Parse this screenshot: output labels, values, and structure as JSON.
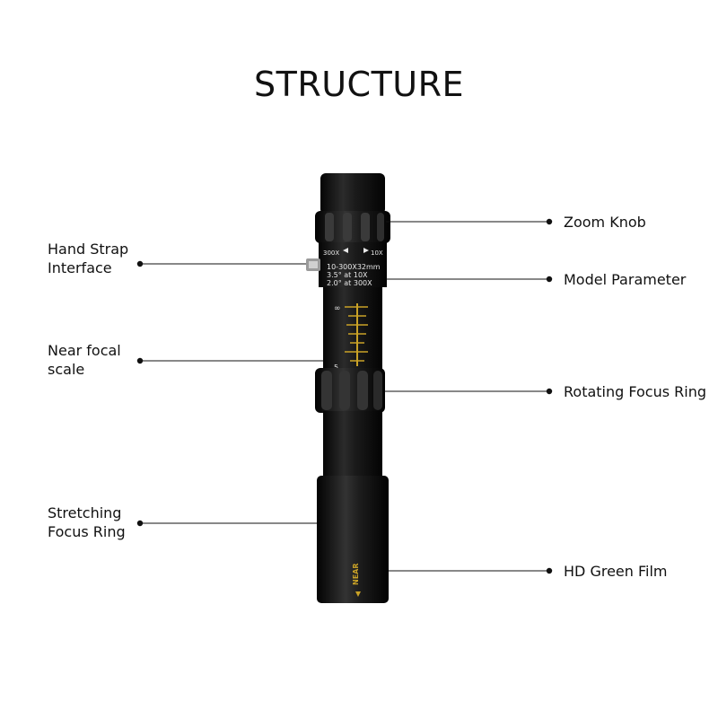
{
  "title": "STRUCTURE",
  "labels": {
    "zoom_knob": "Zoom Knob",
    "model_parameter": "Model Parameter",
    "rotating_focus_ring": "Rotating Focus Ring",
    "hd_green_film": "HD Green Film",
    "hand_strap_line1": "Hand Strap",
    "hand_strap_line2": "Interface",
    "near_focal_line1": "Near focal",
    "near_focal_line2": "scale",
    "stretching_line1": "Stretching",
    "stretching_line2": "Focus Ring"
  },
  "device_markings": {
    "zoom_left": "300X",
    "zoom_right": "10X",
    "spec_line1": "10-300X32mm",
    "spec_line2": "3.5° at 10X",
    "spec_line3": "2.0° at 300X",
    "scale_top": "∞",
    "scale_bottom": "5",
    "near": "NEAR"
  },
  "colors": {
    "body": "#0a0a0a",
    "gold_scale": "#c9a227",
    "leader_line": "#111111"
  }
}
